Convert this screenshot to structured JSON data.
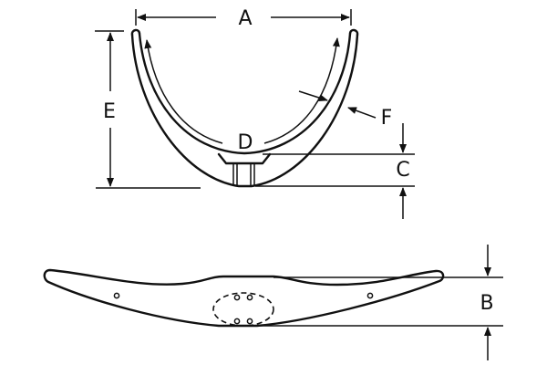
{
  "labels": {
    "a": "A",
    "b": "B",
    "c": "C",
    "d": "D",
    "e": "E",
    "f": "F"
  },
  "colors": {
    "line": "#111111",
    "background": "#ffffff"
  }
}
